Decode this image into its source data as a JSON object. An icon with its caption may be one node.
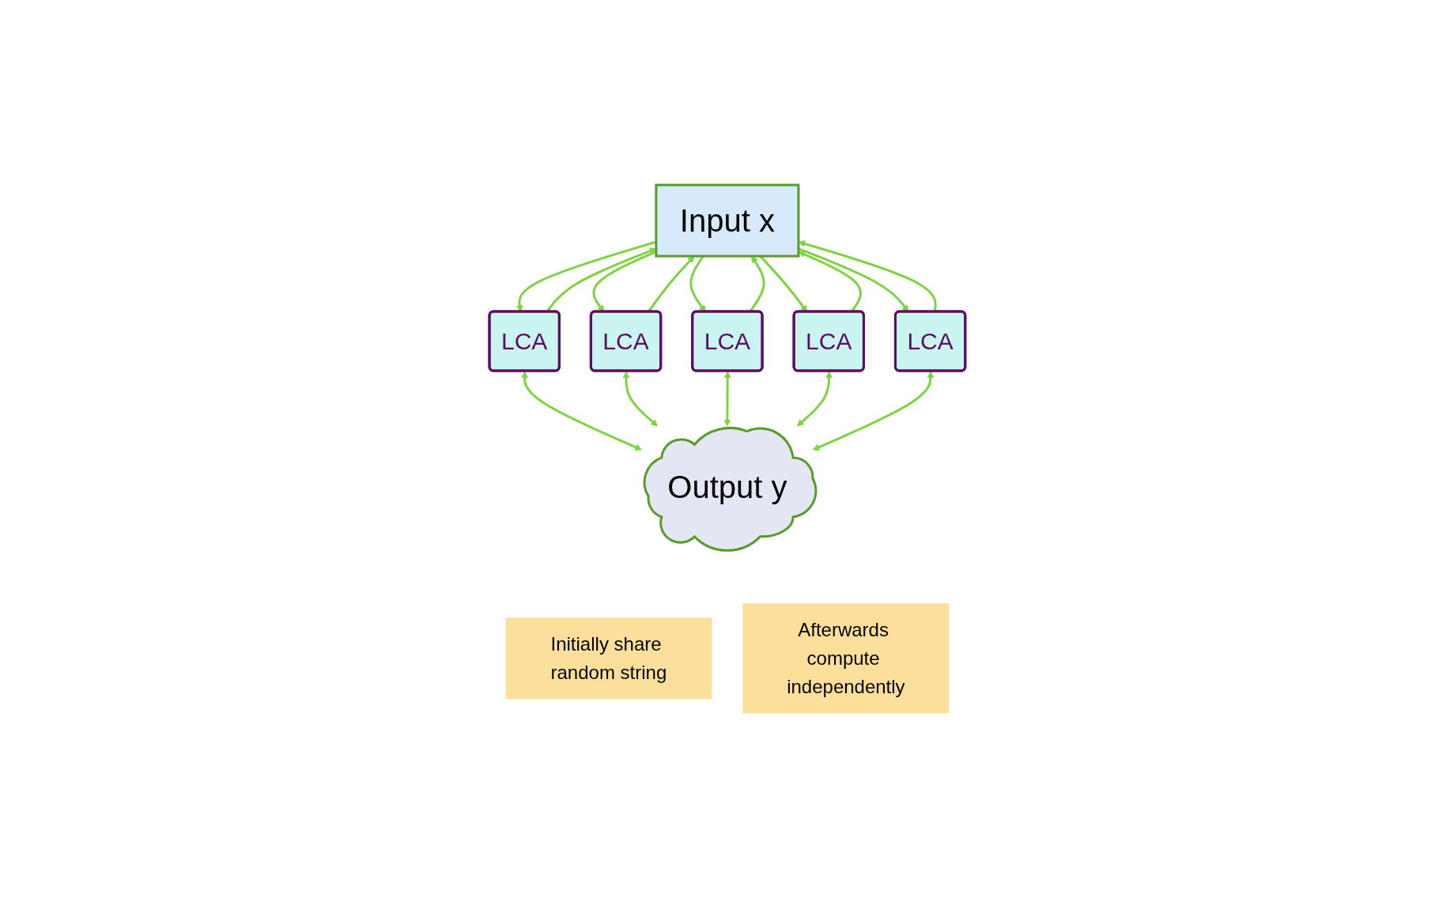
{
  "diagram": {
    "nodes": [
      {
        "text": [
          "Input x"
        ]
      },
      {
        "text": [
          "LCA"
        ]
      },
      {
        "text": [
          "LCA"
        ]
      },
      {
        "text": [
          "LCA"
        ]
      },
      {
        "text": [
          "LCA"
        ]
      },
      {
        "text": [
          "LCA"
        ]
      },
      {
        "text": [
          "Initially share random string"
        ]
      },
      {
        "text": [
          "Afterwards compute independently"
        ]
      },
      {
        "text": [
          "Output y"
        ]
      }
    ],
    "edges": [
      {
        "from": 1,
        "to": 0,
        "arrow": "to"
      },
      {
        "from": 0,
        "to": 1,
        "arrow": "to"
      },
      {
        "from": 2,
        "to": 0,
        "arrow": "to"
      },
      {
        "from": 0,
        "to": 2,
        "arrow": "to"
      },
      {
        "from": 3,
        "to": 0,
        "arrow": "to"
      },
      {
        "from": 0,
        "to": 3,
        "arrow": "to"
      },
      {
        "from": 4,
        "to": 0,
        "arrow": "to"
      },
      {
        "from": 0,
        "to": 4,
        "arrow": "to"
      },
      {
        "from": 5,
        "to": 0,
        "arrow": "to"
      },
      {
        "from": 0,
        "to": 5,
        "arrow": "to"
      },
      {
        "from": 1,
        "to": 8,
        "arrow": "both"
      },
      {
        "from": 2,
        "to": 8,
        "arrow": "both"
      },
      {
        "from": 3,
        "to": 8,
        "arrow": "both"
      },
      {
        "from": 4,
        "to": 8,
        "arrow": "both"
      },
      {
        "from": 5,
        "to": 8,
        "arrow": "both"
      }
    ]
  }
}
